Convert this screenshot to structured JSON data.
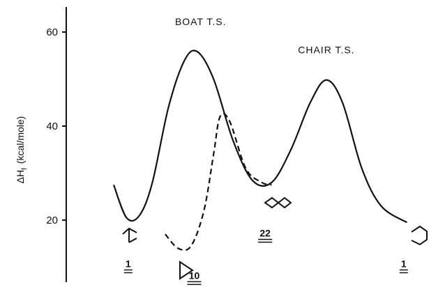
{
  "chart_data": {
    "type": "line",
    "title": "",
    "xlabel": "",
    "ylabel": "ΔH",
    "ylabel_subscript": "f",
    "ylabel_units": "(kcal/mole)",
    "y_ticks": [
      20,
      40,
      60
    ],
    "ylim": [
      5,
      65
    ],
    "xlim": [
      0,
      100
    ],
    "grid": false,
    "legend": "none",
    "series": [
      {
        "style": "solid",
        "points": [
          {
            "x": 0,
            "y": 27.5
          },
          {
            "x": 4,
            "y": 20.5
          },
          {
            "x": 8,
            "y": 21
          },
          {
            "x": 12,
            "y": 28
          },
          {
            "x": 17,
            "y": 44
          },
          {
            "x": 22,
            "y": 54
          },
          {
            "x": 26,
            "y": 55.8
          },
          {
            "x": 31,
            "y": 50
          },
          {
            "x": 37,
            "y": 37
          },
          {
            "x": 43,
            "y": 28.5
          },
          {
            "x": 49,
            "y": 28
          },
          {
            "x": 55,
            "y": 35
          },
          {
            "x": 61,
            "y": 45
          },
          {
            "x": 66,
            "y": 49.8
          },
          {
            "x": 71,
            "y": 45
          },
          {
            "x": 77,
            "y": 31
          },
          {
            "x": 83,
            "y": 23
          },
          {
            "x": 91,
            "y": 19.5
          }
        ]
      },
      {
        "style": "dashed",
        "points": [
          {
            "x": 16,
            "y": 17
          },
          {
            "x": 20,
            "y": 14
          },
          {
            "x": 24,
            "y": 14.5
          },
          {
            "x": 28,
            "y": 22
          },
          {
            "x": 31,
            "y": 34
          },
          {
            "x": 33,
            "y": 42
          },
          {
            "x": 36,
            "y": 41
          },
          {
            "x": 41,
            "y": 31
          },
          {
            "x": 46,
            "y": 28
          },
          {
            "x": 49,
            "y": 27.5
          }
        ]
      }
    ],
    "annotations": [
      {
        "text": "BOAT T.S.",
        "x": 27,
        "y": 61.5
      },
      {
        "text": "CHAIR T.S.",
        "x": 66,
        "y": 55.5
      }
    ],
    "compound_labels": [
      {
        "text": "1",
        "x": 4.5,
        "y": 10
      },
      {
        "text": "10",
        "x": 25,
        "y": 7.5
      },
      {
        "text": "22",
        "x": 47,
        "y": 16.5
      },
      {
        "text": "1",
        "x": 90,
        "y": 10
      }
    ]
  }
}
